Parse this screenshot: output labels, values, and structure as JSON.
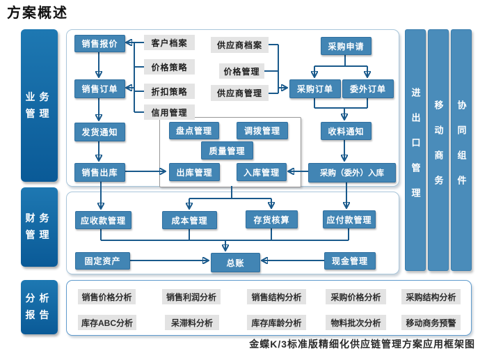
{
  "title": "方案概述",
  "caption": "金蝶K/3标准版精细化供应链管理方案应用框架图",
  "colors": {
    "process_blue": "#4285b4",
    "sidebar_blue": "#0f62a0",
    "right_bar_blue": "#4a8cba",
    "arrow": "#19598b",
    "ref_gray": "#e4e4e4",
    "panel_border": "#a9c6da",
    "analysis_panel_border": "#5f9bcd"
  },
  "sidebar": {
    "sections": [
      {
        "label": "业务管理"
      },
      {
        "label": "财务管理"
      },
      {
        "label": "分析报告"
      }
    ]
  },
  "right_bars": [
    {
      "label": "进出口管理"
    },
    {
      "label": "移动商务"
    },
    {
      "label": "协同组件"
    }
  ],
  "business": {
    "sales_flow": {
      "quote": "销售报价",
      "order": "销售订单",
      "delivery": "发货通知",
      "outbound": "销售出库"
    },
    "customer_refs": [
      "客户档案",
      "价格策略",
      "折扣策略",
      "信用管理"
    ],
    "supplier_refs": [
      "供应商档案",
      "价格管理",
      "供应商管理"
    ],
    "purchase_flow": {
      "request": "采购申请",
      "order": "采购订单",
      "outsource": "委外订单",
      "receipt": "收料通知",
      "inbound": "采购（委外）入库"
    },
    "warehouse": {
      "stocktake": "盘点管理",
      "transfer": "调拨管理",
      "quality": "质量管理",
      "outbound": "出库管理",
      "inbound": "入库管理"
    }
  },
  "financial": {
    "receivable": "应收款管理",
    "cost": "成本管理",
    "inventory": "存货核算",
    "payable": "应付款管理",
    "fixed": "固定资产",
    "ledger": "总账",
    "cash": "现金管理"
  },
  "analysis": {
    "rows": [
      [
        "销售价格分析",
        "销售利润分析",
        "销售结构分析",
        "采购价格分析",
        "采购结构分析"
      ],
      [
        "库存ABC分析",
        "呆滞料分析",
        "库存库龄分析",
        "物料批次分析",
        "移动商务预警"
      ]
    ]
  }
}
